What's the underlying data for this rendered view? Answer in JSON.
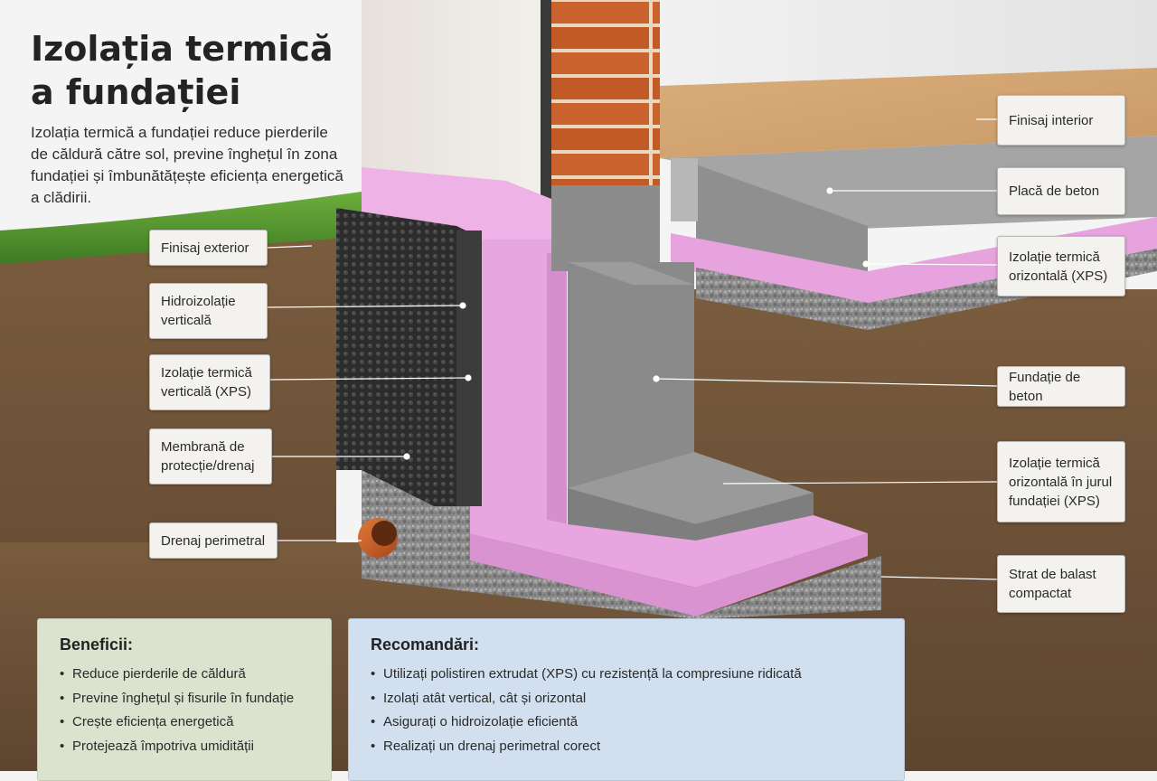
{
  "title": {
    "line1": "Izolația termică",
    "line2": "a fundației"
  },
  "intro": "Izolația termică a fundației reduce pierderile de căldură către sol, previne înghețul în zona fundației și îmbunătățește eficiența energetică a clădirii.",
  "labels_left": [
    {
      "id": "finisaj-exterior",
      "lines": [
        "Finisaj exterior"
      ]
    },
    {
      "id": "hidroizolatie-verticala",
      "lines": [
        "Hidroizolație",
        "verticală"
      ]
    },
    {
      "id": "izolatie-verticala",
      "lines": [
        "Izolație termică",
        "verticală (XPS)"
      ]
    },
    {
      "id": "membrana",
      "lines": [
        "Membrană de",
        "protecție/drenaj"
      ]
    },
    {
      "id": "drenaj",
      "lines": [
        "Drenaj perimetral"
      ]
    }
  ],
  "labels_right": [
    {
      "id": "finisaj-interior",
      "lines": [
        "Finisaj interior"
      ]
    },
    {
      "id": "placa-beton",
      "lines": [
        "Placă de beton"
      ]
    },
    {
      "id": "izolatie-orizontala",
      "lines": [
        "Izolație termică",
        "orizontală (XPS)"
      ]
    },
    {
      "id": "fundatie-beton",
      "lines": [
        "Fundație de beton"
      ]
    },
    {
      "id": "izolatie-jur",
      "lines": [
        "Izolație termică",
        "orizontală în jurul",
        "fundației (XPS)"
      ]
    },
    {
      "id": "strat-balast",
      "lines": [
        "Strat de balast",
        "compactat"
      ]
    }
  ],
  "benefits": {
    "title": "Beneficii:",
    "items": [
      "Reduce pierderile de căldură",
      "Previne înghețul și fisurile în fundație",
      "Crește eficiența energetică",
      "Protejează împotriva umidității"
    ]
  },
  "recommendations": {
    "title": "Recomandări:",
    "items": [
      "Utilizați polistiren extrudat (XPS) cu rezistență la compresiune ridicată",
      "Izolați atât vertical, cât și orizontal",
      "Asigurați o hidroizolație eficientă",
      "Realizați un drenaj perimetral corect"
    ]
  },
  "colors": {
    "xps": "#e8a6e0",
    "concrete": "#8e8e8e",
    "brick": "#c9622c",
    "soil": "#6f5438",
    "grass": "#5d9a32",
    "floor": "#d2a673",
    "membrane": "#2f2f2f",
    "pipe": "#cc5a1e"
  }
}
